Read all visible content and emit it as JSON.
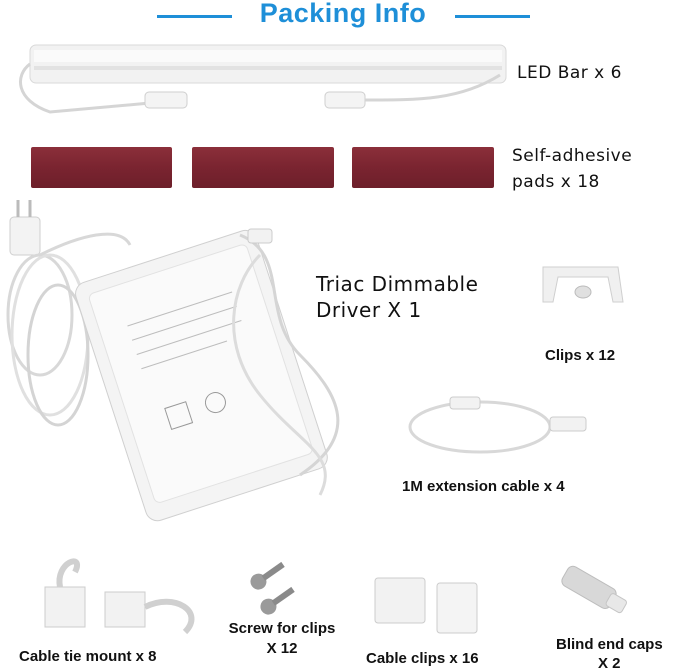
{
  "header": {
    "title": "Packing Info",
    "accent_color": "#1e8fd8"
  },
  "items": {
    "led_bar": "LED Bar x 6",
    "pads_line1": "Self-adhesive",
    "pads_line2": "pads x 18",
    "driver_line1": "Triac Dimmable",
    "driver_line2": "Driver X 1",
    "clips": "Clips x 12",
    "extension": "1M extension cable x 4",
    "tie_mount": "Cable tie mount x 8",
    "screw_line1": "Screw for clips",
    "screw_line2": "X 12",
    "cable_clips": "Cable clips x 16",
    "end_caps_line1": "Blind end caps",
    "end_caps_line2": "X 2"
  },
  "colors": {
    "pad": "#7a2430",
    "product": "#f4f4f4"
  }
}
